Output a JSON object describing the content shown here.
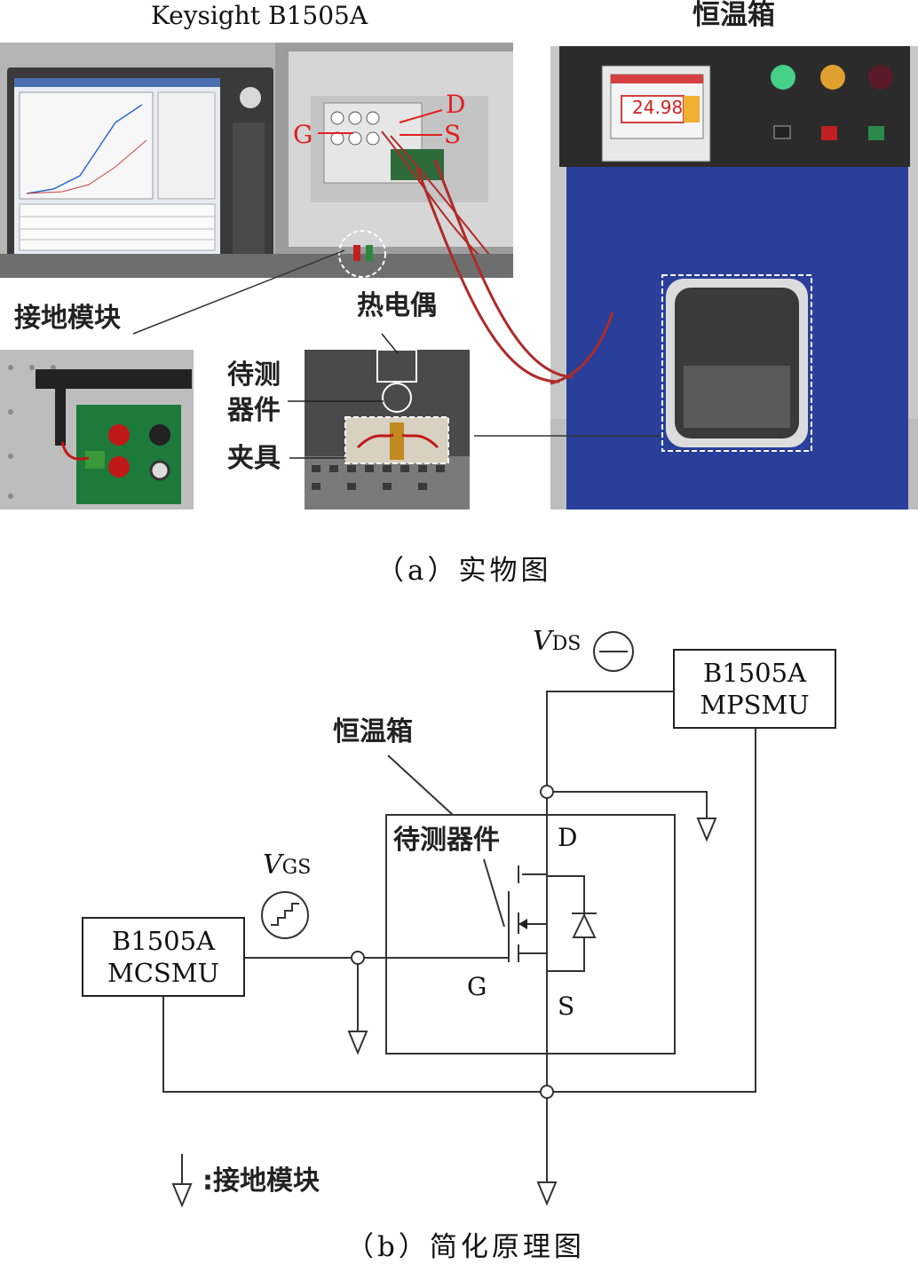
{
  "panel_a": {
    "title_instrument": "Keysight B1505A",
    "title_chamber": "恒温箱",
    "label_ground_module": "接地模块",
    "label_thermocouple": "热电偶",
    "label_dut_line1": "待测",
    "label_dut_line2": "器件",
    "label_fixture": "夹具",
    "terminal_d": "D",
    "terminal_g": "G",
    "terminal_s": "S",
    "chamber_display_value": "24.98",
    "caption": "（a）实物图"
  },
  "panel_b": {
    "vds_symbol": "V",
    "vds_subscript": "DS",
    "vgs_symbol": "V",
    "vgs_subscript": "GS",
    "mpsmu_line1": "B1505A",
    "mpsmu_line2": "MPSMU",
    "mcsmu_line1": "B1505A",
    "mcsmu_line2": "MCSMU",
    "chamber_label": "恒温箱",
    "dut_label": "待测器件",
    "pin_d": "D",
    "pin_g": "G",
    "pin_s": "S",
    "legend_text": ":接地模块",
    "caption": "（b）简化原理图"
  },
  "colors": {
    "chamber_blue": "#2a3f9a",
    "cable_red": "#b02a2a",
    "terminal_red": "#e02020",
    "panel_grey": "#9a9a9a"
  }
}
